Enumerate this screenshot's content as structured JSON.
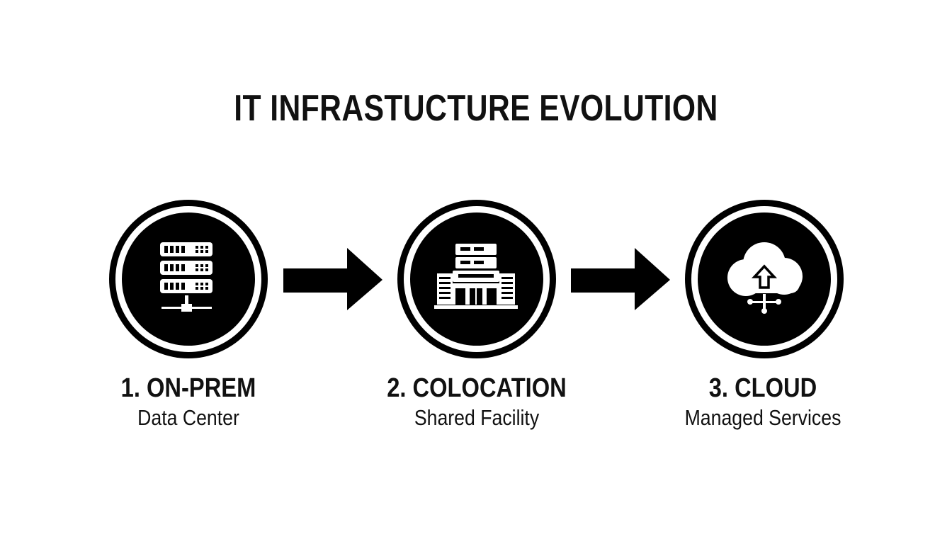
{
  "title": "IT INFRASTUCTURE EVOLUTION",
  "stages": [
    {
      "label": "1. ON-PREM",
      "sublabel": "Data Center",
      "icon": "server-rack-icon"
    },
    {
      "label": "2. COLOCATION",
      "sublabel": "Shared Facility",
      "icon": "building-icon"
    },
    {
      "label": "3. CLOUD",
      "sublabel": "Managed Services",
      "icon": "cloud-upload-icon"
    }
  ],
  "connectors": [
    "arrow-right-icon",
    "arrow-right-icon"
  ],
  "colors": {
    "foreground": "#000000",
    "background": "#ffffff"
  }
}
